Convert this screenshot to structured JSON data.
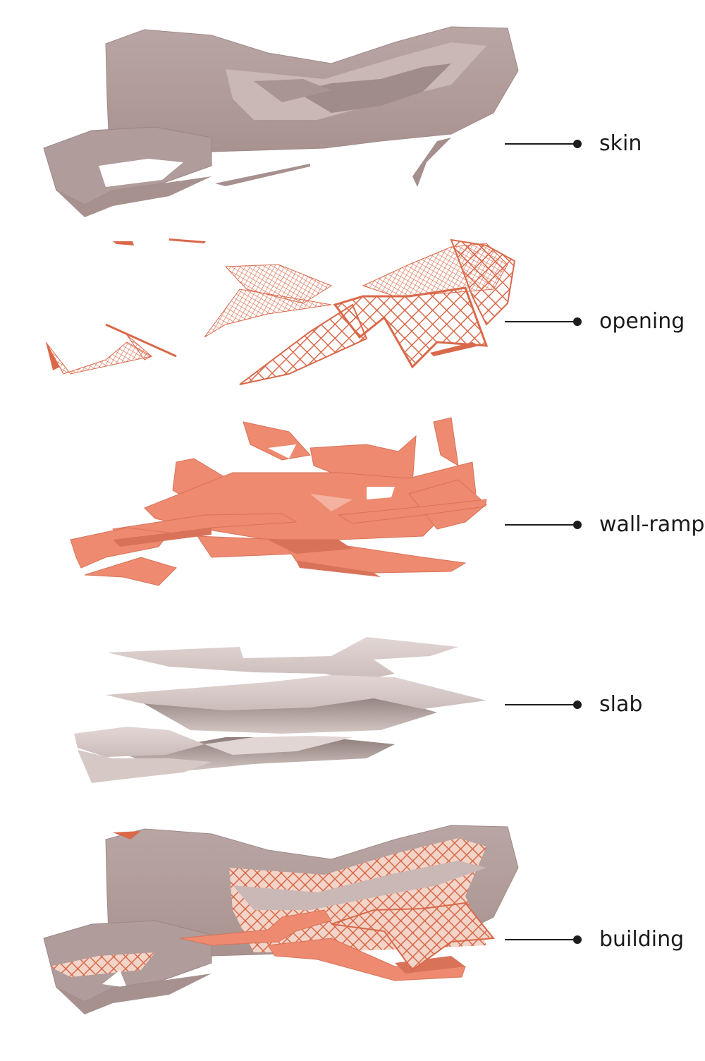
{
  "diagram": {
    "layers": [
      {
        "id": "skin",
        "label": "skin"
      },
      {
        "id": "opening",
        "label": "opening"
      },
      {
        "id": "wall-ramp",
        "label": "wall-ramp"
      },
      {
        "id": "slab",
        "label": "slab"
      },
      {
        "id": "building",
        "label": "building"
      }
    ],
    "colors": {
      "skin": "#b5a19f",
      "skin_shade": "#9a8685",
      "skin_light": "#c9b8b6",
      "opening": "#d9694a",
      "wall_ramp": "#ee8a6f",
      "wall_ramp_shade": "#d8735a",
      "slab": "#d9cbc8",
      "slab_shade": "#b9a9a6",
      "leader": "#1c1c1c",
      "label_text": "#1a1a1a"
    }
  }
}
